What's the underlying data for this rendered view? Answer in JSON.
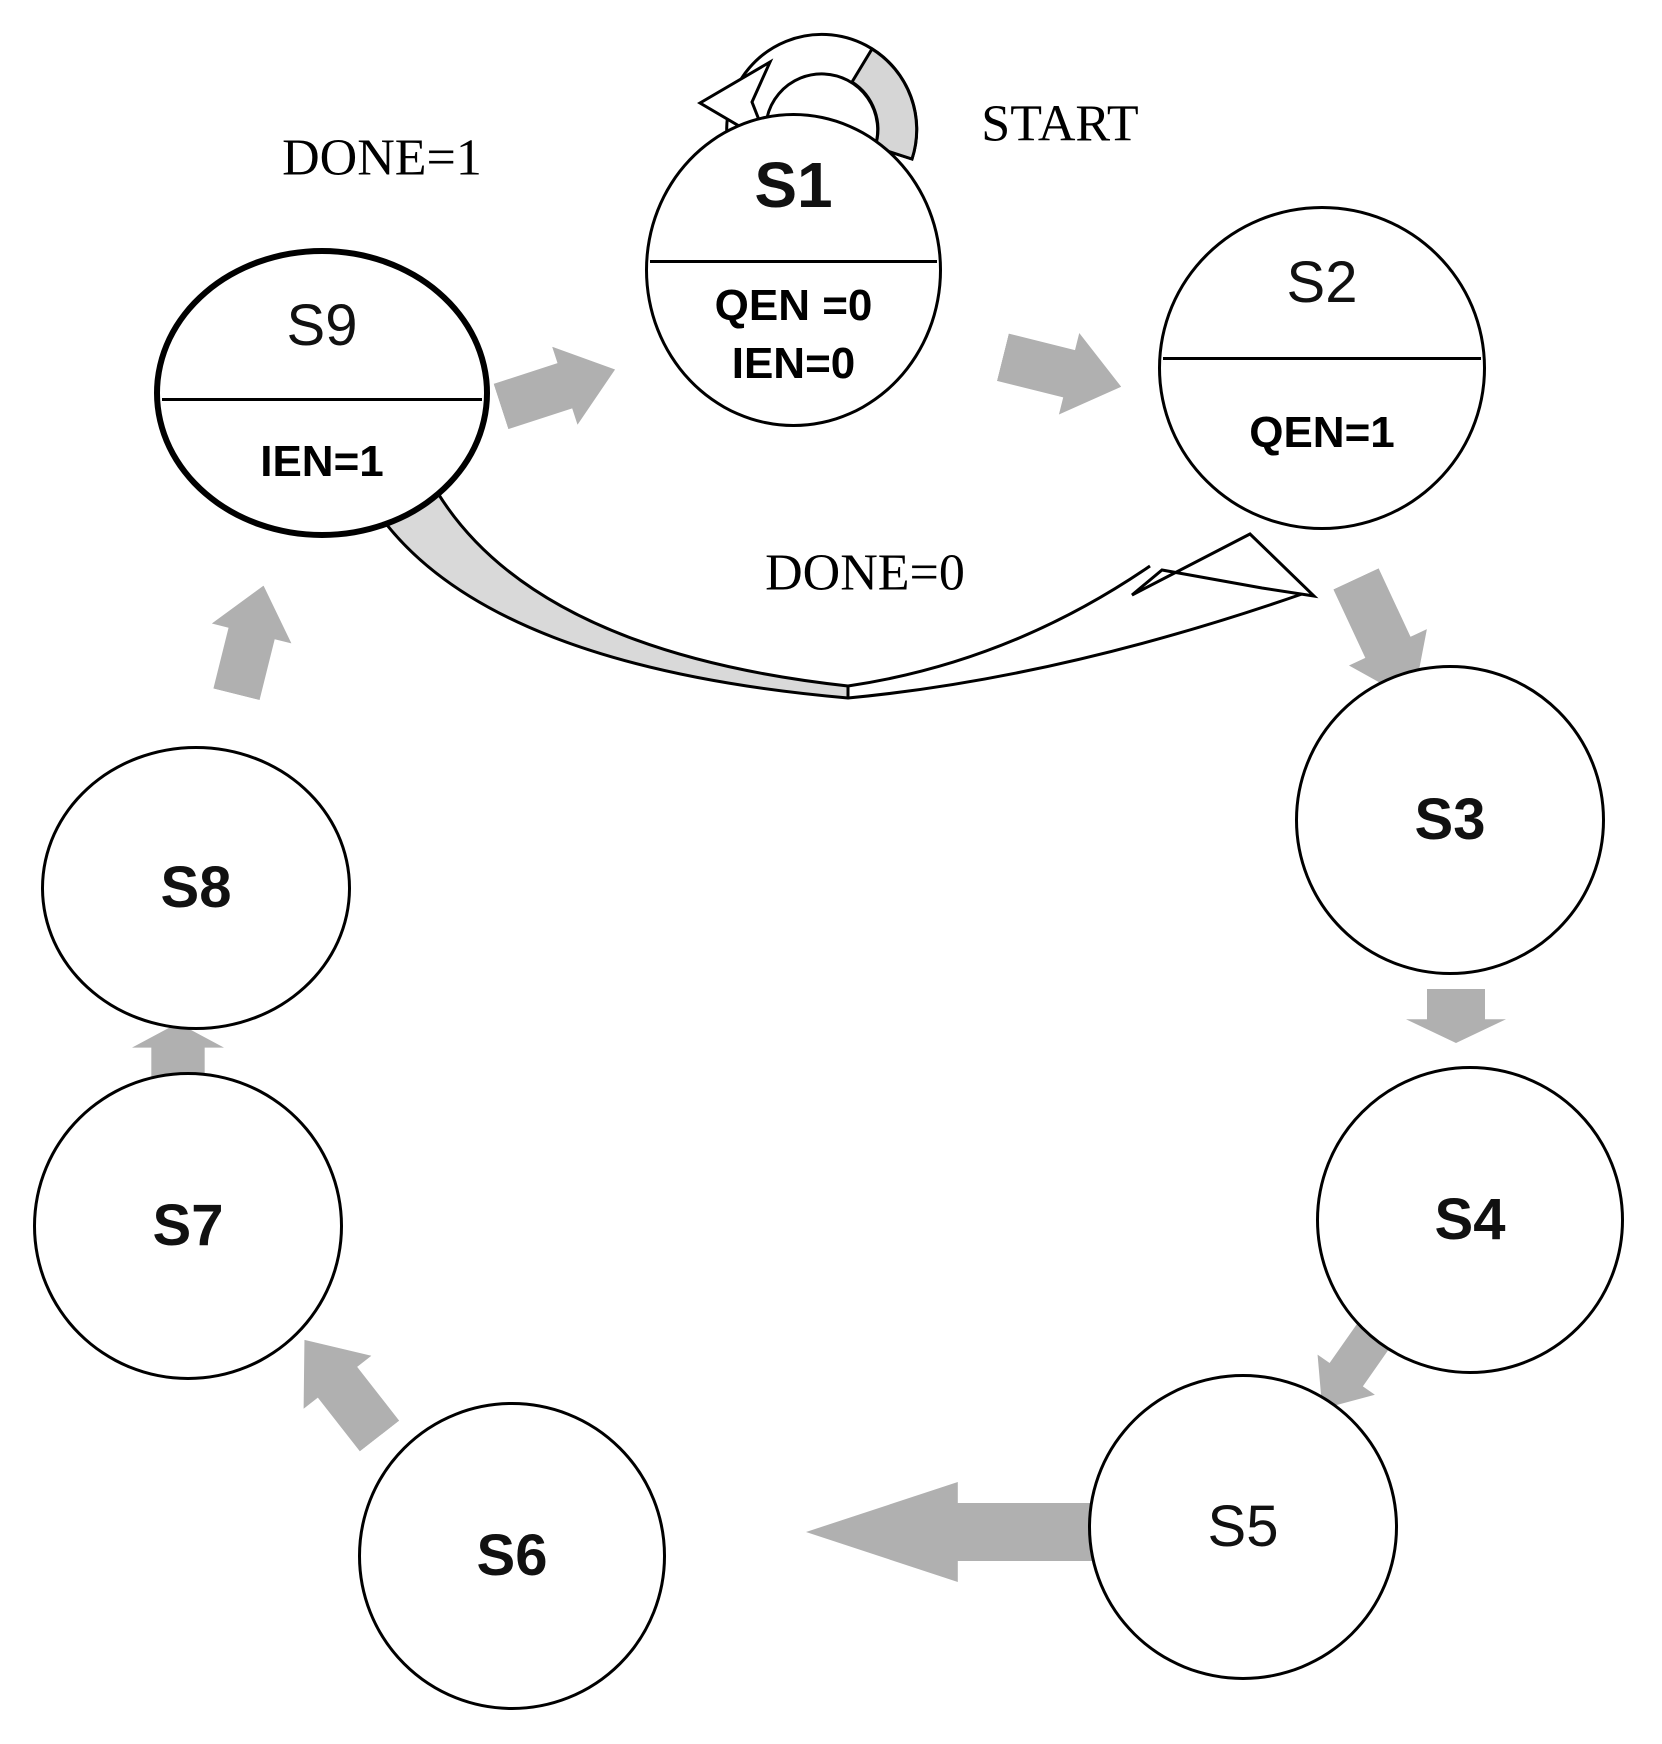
{
  "colors": {
    "background": "#ffffff",
    "outline": "#000000",
    "block_arrow_gray": "#b0b0b0",
    "curved_band_gray": "#d9d9d9",
    "loop_shade_gray": "#d6d6d6"
  },
  "labels": {
    "start": "START",
    "done_one": "DONE=1",
    "done_zero": "DONE=0"
  },
  "states": {
    "s1": {
      "label": "S1",
      "outputs": [
        "QEN =0",
        "IEN=0"
      ]
    },
    "s2": {
      "label": "S2",
      "outputs": [
        "QEN=1"
      ]
    },
    "s3": {
      "label": "S3"
    },
    "s4": {
      "label": "S4"
    },
    "s5": {
      "label": "S5"
    },
    "s6": {
      "label": "S6"
    },
    "s7": {
      "label": "S7"
    },
    "s8": {
      "label": "S8"
    },
    "s9": {
      "label": "S9",
      "outputs": [
        "IEN=1"
      ]
    }
  },
  "transitions": [
    {
      "from": "S1",
      "to": "S1",
      "type": "self-loop"
    },
    {
      "from": "S1",
      "to": "S2"
    },
    {
      "from": "S2",
      "to": "S3"
    },
    {
      "from": "S3",
      "to": "S4"
    },
    {
      "from": "S4",
      "to": "S5"
    },
    {
      "from": "S5",
      "to": "S6"
    },
    {
      "from": "S6",
      "to": "S7"
    },
    {
      "from": "S7",
      "to": "S8"
    },
    {
      "from": "S8",
      "to": "S9"
    },
    {
      "from": "S9",
      "to": "S1",
      "label": "DONE=1"
    },
    {
      "from": "S9",
      "to": "S2",
      "label": "DONE=0"
    }
  ]
}
